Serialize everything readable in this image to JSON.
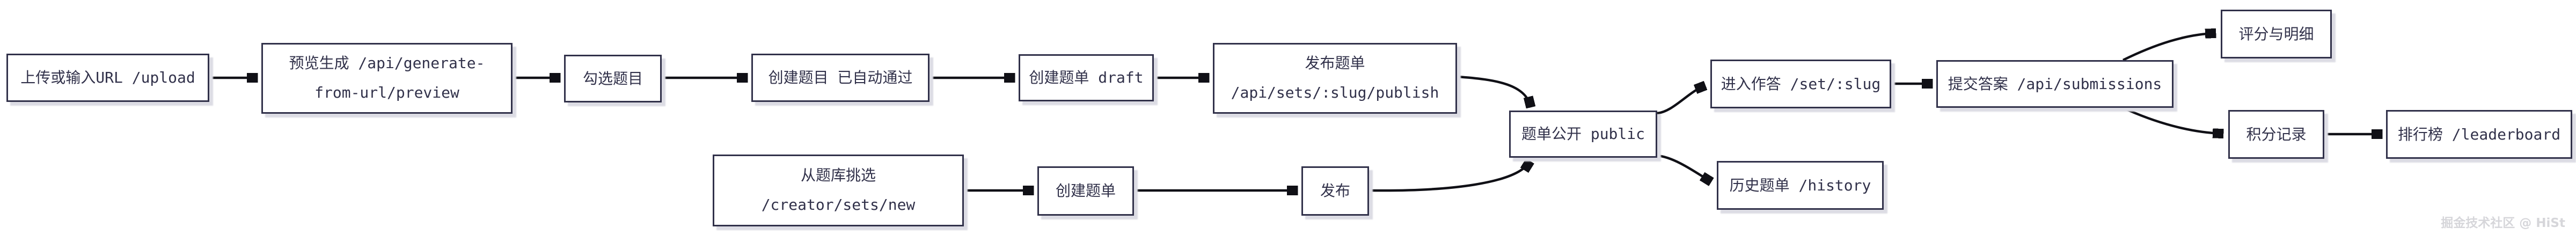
{
  "diagram": {
    "title_implicit": "题单创建与作答流程图",
    "nodes": {
      "upload": {
        "label": "上传或输入URL /upload"
      },
      "preview": {
        "lines": [
          "预览生成 /api/generate-",
          "from-url/preview"
        ]
      },
      "pick": {
        "label": "勾选题目"
      },
      "createQuestions": {
        "label": "创建题目 已自动通过"
      },
      "createSetDraft": {
        "label": "创建题单 draft"
      },
      "publishSet": {
        "lines": [
          "发布题单",
          "/api/sets/:slug/publish"
        ]
      },
      "setPublic": {
        "label": "题单公开 public"
      },
      "enterAnswer": {
        "label": "进入作答 /set/:slug"
      },
      "submit": {
        "label": "提交答案 /api/submissions"
      },
      "scoreDetail": {
        "label": "评分与明细"
      },
      "points": {
        "label": "积分记录"
      },
      "leaderboard": {
        "label": "排行榜 /leaderboard"
      },
      "history": {
        "label": "历史题单 /history"
      },
      "fromBank": {
        "lines": [
          "从题库挑选",
          "/creator/sets/new"
        ]
      },
      "createSet": {
        "label": "创建题单"
      },
      "publish": {
        "label": "发布"
      }
    },
    "edges": [
      {
        "from": "upload",
        "to": "preview"
      },
      {
        "from": "preview",
        "to": "pick"
      },
      {
        "from": "pick",
        "to": "createQuestions"
      },
      {
        "from": "createQuestions",
        "to": "createSetDraft"
      },
      {
        "from": "createSetDraft",
        "to": "publishSet"
      },
      {
        "from": "publishSet",
        "to": "setPublic"
      },
      {
        "from": "fromBank",
        "to": "createSet"
      },
      {
        "from": "createSet",
        "to": "publish"
      },
      {
        "from": "publish",
        "to": "setPublic"
      },
      {
        "from": "setPublic",
        "to": "enterAnswer"
      },
      {
        "from": "setPublic",
        "to": "history"
      },
      {
        "from": "enterAnswer",
        "to": "submit"
      },
      {
        "from": "submit",
        "to": "scoreDetail"
      },
      {
        "from": "submit",
        "to": "points"
      },
      {
        "from": "points",
        "to": "leaderboard"
      }
    ]
  },
  "watermark": {
    "text": "掘金技术社区 @ HiSt"
  },
  "colors": {
    "background": "#ffffff",
    "box_fill": "#ffffff",
    "box_border": "#31314a",
    "text": "#31314a",
    "arrow": "#101016",
    "shadow": "#dcdce4",
    "watermark": "#d6d6da"
  }
}
